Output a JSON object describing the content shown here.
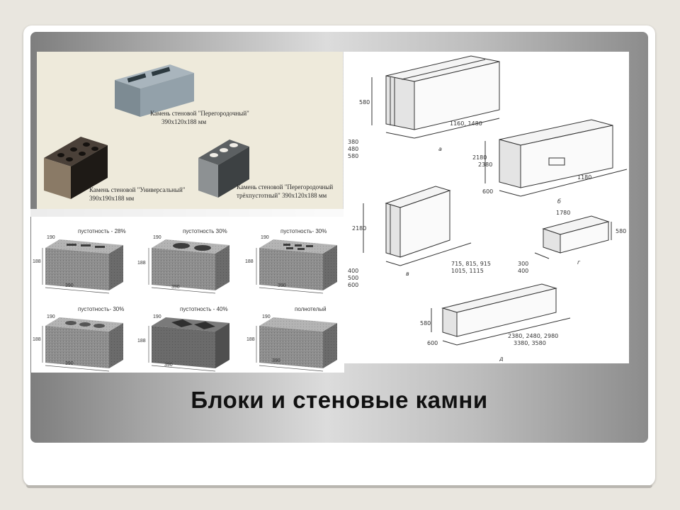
{
  "slide": {
    "title": "Блоки и стеновые камни"
  },
  "photo": {
    "captions": [
      "Камень стеновой \"Перегородочный\"",
      "390x120x188 мм",
      "Камень стеновой \"Универсальный\"",
      "390x190x188 мм",
      "Камень стеновой \"Перегородочный",
      "трёхпустотный\" 390x120x188 мм"
    ]
  },
  "grid": {
    "blocks": [
      {
        "label": "пустотность - 28%",
        "w": "190",
        "h": "188",
        "l": "390"
      },
      {
        "label": "пустотность  30%",
        "w": "190",
        "h": "188",
        "l": "390"
      },
      {
        "label": "пустотность- 30%",
        "w": "190",
        "h": "188",
        "l": "390"
      },
      {
        "label": "пустотность- 30%",
        "w": "190",
        "h": "188",
        "l": "390"
      },
      {
        "label": "пустотность - 40%",
        "w": "190",
        "h": "188",
        "l": "390"
      },
      {
        "label": "полнотелый",
        "w": "190",
        "h": "188",
        "l": "390"
      }
    ]
  },
  "drawings": {
    "a": {
      "letter": "а",
      "height": "580",
      "thick": [
        "380",
        "480",
        "580"
      ],
      "length": "1160, 1480"
    },
    "b": {
      "letter": "б",
      "height": [
        "2180",
        "2380"
      ],
      "thick": "600",
      "length": "1180"
    },
    "v": {
      "letter": "в",
      "height": "2180",
      "thick": [
        "400",
        "500",
        "600"
      ],
      "length": [
        "715, 815, 915",
        "1015, 1115"
      ]
    },
    "g": {
      "letter": "г",
      "height": "580",
      "thick": [
        "300",
        "400"
      ],
      "length": "1780"
    },
    "d": {
      "letter": "д",
      "height": "580",
      "thick": "600",
      "length": [
        "2380, 2480, 2980",
        "3380, 3580"
      ]
    }
  }
}
